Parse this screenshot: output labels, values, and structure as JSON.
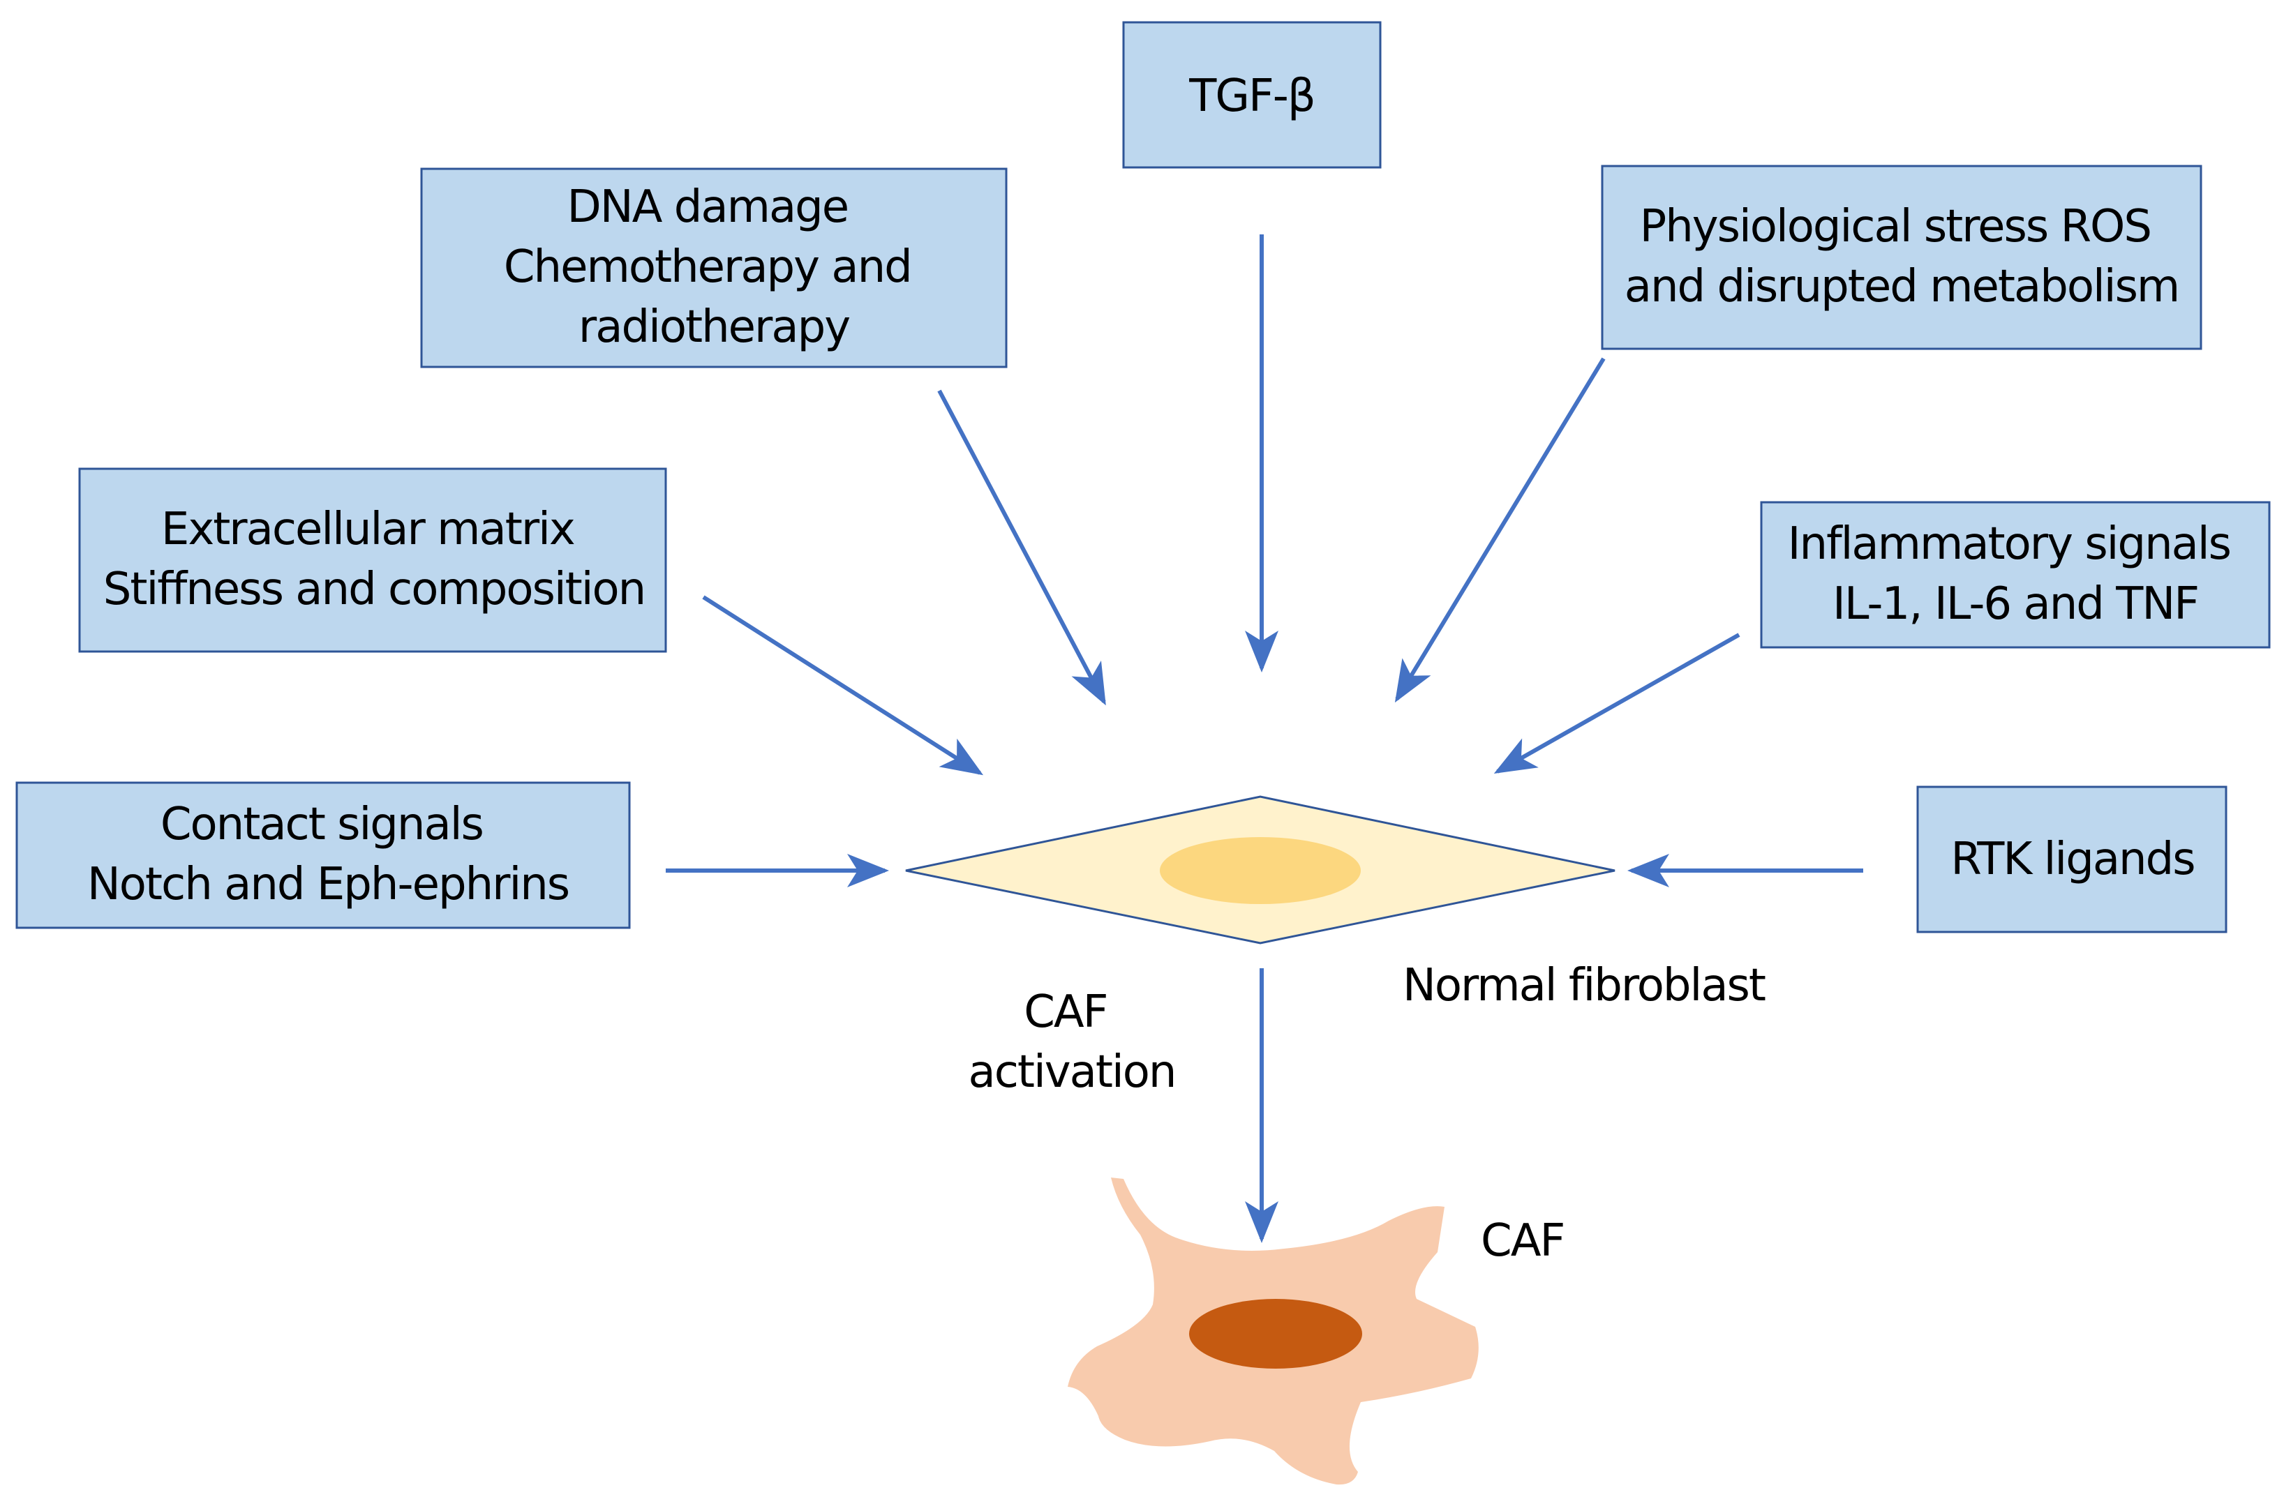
{
  "colors": {
    "box_fill": "#bdd7ee",
    "box_border": "#2f5597",
    "arrow": "#4472c4",
    "fibroblast_fill": "#fff2cc",
    "fibroblast_nucleus": "#fcd77f",
    "caf_fill": "#f8cbad",
    "caf_nucleus": "#c55a11"
  },
  "boxes": {
    "tgf": {
      "lines": [
        "TGF-β"
      ]
    },
    "dna": {
      "lines": [
        "DNA damage",
        "Chemotherapy and",
        "radiotherapy"
      ]
    },
    "stress": {
      "lines": [
        "Physiological stress  ROS",
        "and disrupted metabolism"
      ]
    },
    "ecm": {
      "lines": [
        "Extracellular matrix",
        "Stiffness and composition"
      ]
    },
    "inflammatory": {
      "lines": [
        "Inflammatory signals",
        "IL-1, IL-6 and TNF"
      ]
    },
    "contact": {
      "lines": [
        "Contact signals",
        "Notch and Eph-ephrins"
      ]
    },
    "rtk": {
      "lines": [
        "RTK ligands"
      ]
    }
  },
  "labels": {
    "normal_fibroblast": "Normal fibroblast",
    "caf_activation": [
      "CAF",
      "activation"
    ],
    "caf": "CAF"
  }
}
